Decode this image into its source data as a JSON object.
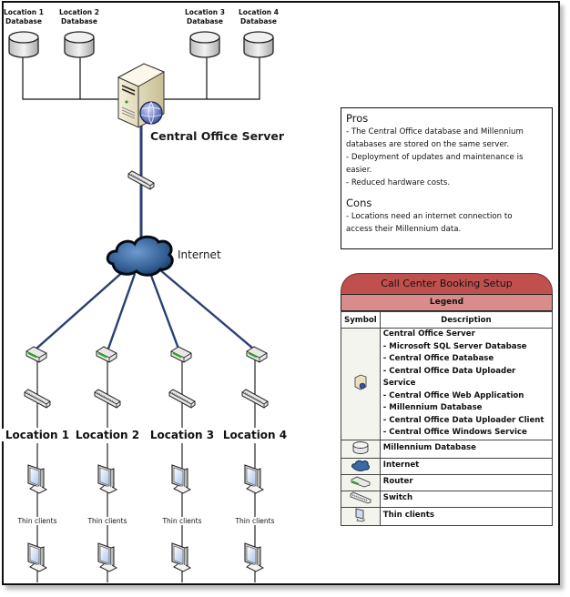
{
  "diagram": {
    "databases": [
      {
        "label_line1": "Location 1",
        "label_line2": "Database"
      },
      {
        "label_line1": "Location 2",
        "label_line2": "Database"
      },
      {
        "label_line1": "Location 3",
        "label_line2": "Database"
      },
      {
        "label_line1": "Location 4",
        "label_line2": "Database"
      }
    ],
    "server_label": "Central Office Server",
    "internet_label": "Internet",
    "locations": [
      {
        "label": "Location 1",
        "thin_clients_label": "Thin clients"
      },
      {
        "label": "Location 2",
        "thin_clients_label": "Thin clients"
      },
      {
        "label": "Location 3",
        "thin_clients_label": "Thin clients"
      },
      {
        "label": "Location 4",
        "thin_clients_label": "Thin clients"
      }
    ],
    "colors": {
      "wan_link": "#2b3f73",
      "lan_link": "#000000",
      "legend_title_bg": "#c0504d",
      "legend_sub_bg": "#d98c89"
    }
  },
  "pros_cons": {
    "pros_title": "Pros",
    "pros": [
      "- The Central Office database and Millennium",
      "databases are stored on the same server.",
      "- Deployment of updates and maintenance is",
      "easier.",
      "- Reduced hardware costs."
    ],
    "cons_title": "Cons",
    "cons": [
      "- Locations need an internet connection to",
      "access their Millennium data."
    ]
  },
  "legend": {
    "title": "Call Center Booking Setup",
    "subtitle": "Legend",
    "col_symbol": "Symbol",
    "col_description": "Description",
    "rows": [
      {
        "icon": "server-icon",
        "title": "Central Office Server",
        "items": [
          "- Microsoft SQL Server Database",
          "- Central Office Database",
          "- Central Office Data Uploader Service",
          "- Central Office Web Application",
          "- Millennium Database",
          "- Central Office Data Uploader Client",
          "- Central Office Windows Service"
        ]
      },
      {
        "icon": "database-icon",
        "title": "Millennium Database"
      },
      {
        "icon": "cloud-icon",
        "title": "Internet"
      },
      {
        "icon": "router-icon",
        "title": "Router"
      },
      {
        "icon": "switch-icon",
        "title": "Switch"
      },
      {
        "icon": "thin-client-icon",
        "title": "Thin clients"
      }
    ]
  }
}
